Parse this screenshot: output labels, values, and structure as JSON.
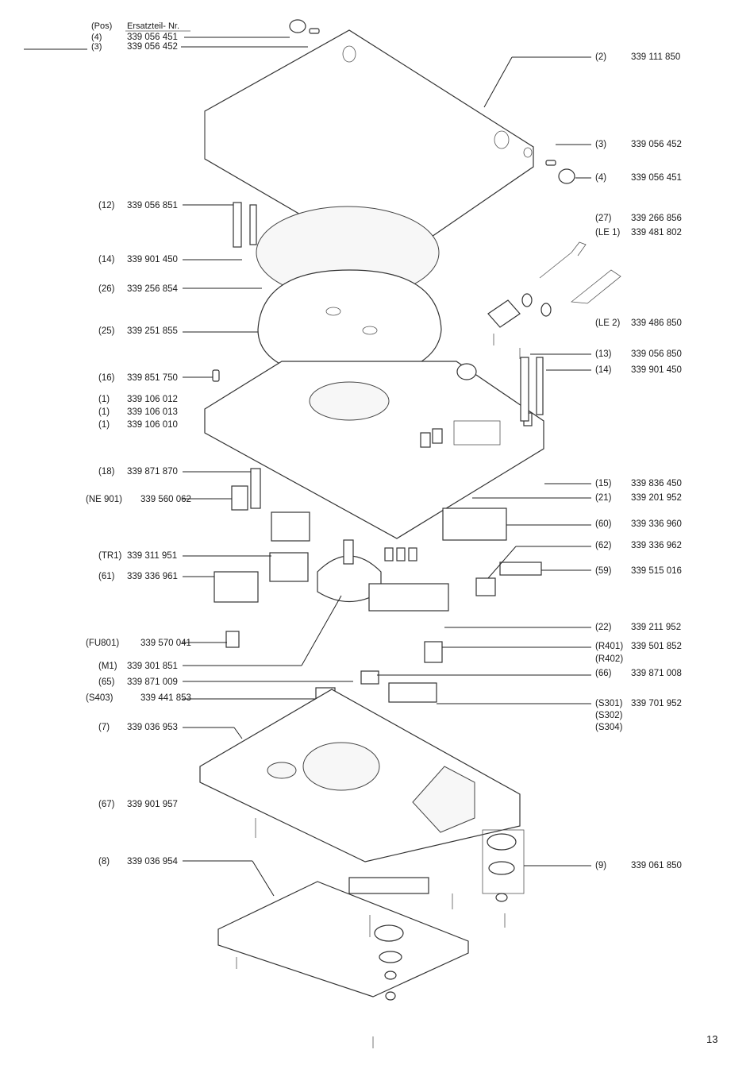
{
  "header": {
    "pos": "(Pos)",
    "ersatzteil": "Ersatzteil- Nr."
  },
  "header_rows": [
    {
      "pos": "(4)",
      "num": "339 056 451"
    },
    {
      "pos": "(3)",
      "num": "339 056 452"
    }
  ],
  "left_labels": [
    {
      "pos": "(12)",
      "num": "339 056 851"
    },
    {
      "pos": "(14)",
      "num": "339 901 450"
    },
    {
      "pos": "(26)",
      "num": "339 256 854"
    },
    {
      "pos": "(25)",
      "num": "339 251 855"
    },
    {
      "pos": "(16)",
      "num": "339 851 750"
    },
    {
      "pos": "(1)",
      "num": "339 106 012"
    },
    {
      "pos": "(1)",
      "num": "339 106 013"
    },
    {
      "pos": "(1)",
      "num": "339 106 010"
    },
    {
      "pos": "(18)",
      "num": "339 871 870"
    },
    {
      "pos": "(NE 901)",
      "num": "339 560 062"
    },
    {
      "pos": "(TR1)",
      "num": "339 311 951"
    },
    {
      "pos": "(61)",
      "num": "339 336 961"
    },
    {
      "pos": "(FU801)",
      "num": "339 570 041"
    },
    {
      "pos": "(M1)",
      "num": "339 301 851"
    },
    {
      "pos": "(65)",
      "num": "339 871 009"
    },
    {
      "pos": "(S403)",
      "num": "339 441 853"
    },
    {
      "pos": "(7)",
      "num": "339 036 953"
    },
    {
      "pos": "(67)",
      "num": "339 901 957"
    },
    {
      "pos": "(8)",
      "num": "339 036 954"
    }
  ],
  "right_labels": [
    {
      "pos": "(2)",
      "num": "339 111 850"
    },
    {
      "pos": "(3)",
      "num": "339 056 452"
    },
    {
      "pos": "(4)",
      "num": "339 056 451"
    },
    {
      "pos": "(27)",
      "num": "339 266 856"
    },
    {
      "pos": "(LE 1)",
      "num": "339 481 802"
    },
    {
      "pos": "(LE 2)",
      "num": "339 486 850"
    },
    {
      "pos": "(13)",
      "num": "339 056 850"
    },
    {
      "pos": "(14)",
      "num": "339 901 450"
    },
    {
      "pos": "(15)",
      "num": "339 836 450"
    },
    {
      "pos": "(21)",
      "num": "339 201 952"
    },
    {
      "pos": "(60)",
      "num": "339 336 960"
    },
    {
      "pos": "(62)",
      "num": "339 336 962"
    },
    {
      "pos": "(59)",
      "num": "339 515 016"
    },
    {
      "pos": "(22)",
      "num": "339 211 952"
    },
    {
      "pos": "(R401)",
      "num": "339 501 852"
    },
    {
      "pos": "(R402)",
      "num": ""
    },
    {
      "pos": "(66)",
      "num": "339 871 008"
    },
    {
      "pos": "(S301)",
      "num": "339 701 952"
    },
    {
      "pos": "(S302)",
      "num": ""
    },
    {
      "pos": "(S304)",
      "num": ""
    },
    {
      "pos": "(9)",
      "num": "339 061 850"
    }
  ],
  "page_number": "13"
}
